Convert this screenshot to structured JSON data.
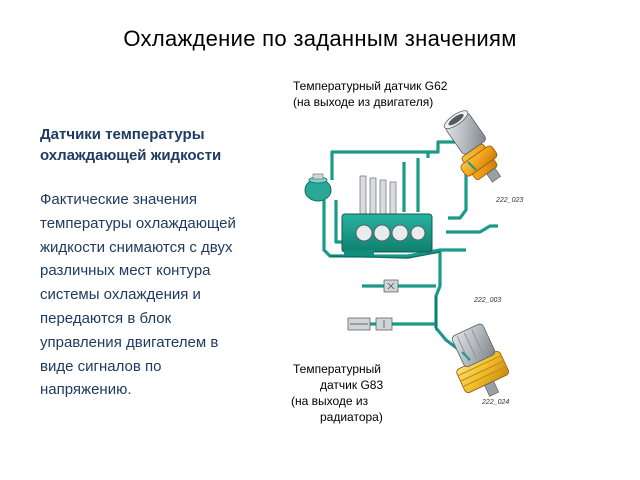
{
  "title": "Охлаждение по заданным значениям",
  "heading": {
    "lines": [
      "Датчики температуры",
      "охлаждающей жидкости"
    ]
  },
  "body": {
    "lines": [
      "Фактические значения",
      "температуры охлаждающей",
      "жидкости снимаются с двух",
      "различных мест контура",
      "системы охлаждения и",
      "передаются в блок",
      "управления двигателем в",
      "виде сигналов по",
      "напряжению."
    ]
  },
  "sensor_g62": {
    "lines": [
      "Температурный датчик G62",
      "(на выходе из двигателя)"
    ]
  },
  "sensor_g83": {
    "lines": [
      "Температурный",
      "датчик G83",
      "(на выходе из",
      "радиатора)"
    ]
  },
  "diagram_codes": {
    "code_1": "222_023",
    "code_2": "222_003",
    "code_3": "222_024"
  },
  "colors": {
    "pipe": "#1b9a8a",
    "pipe_dark": "#0e6f63",
    "sensor_orange": "#f2a11a",
    "sensor_yellow": "#f5d23a",
    "sensor_grey": "#9aa0a6",
    "heading_text": "#1f3b63"
  }
}
